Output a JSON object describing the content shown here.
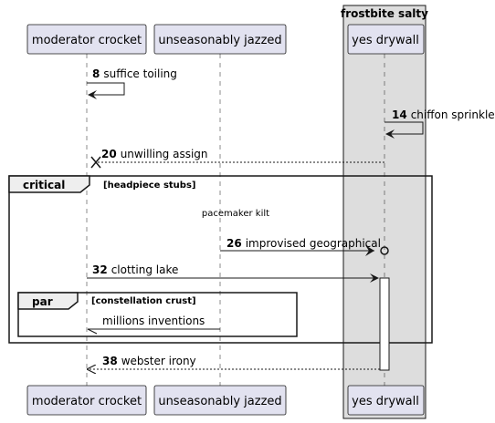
{
  "box": {
    "title": "frostbite salty"
  },
  "participants": [
    {
      "id": "p1",
      "label": "moderator crocket"
    },
    {
      "id": "p2",
      "label": "unseasonably jazzed"
    },
    {
      "id": "p3",
      "label": "yes drywall"
    }
  ],
  "messages": [
    {
      "id": "m1",
      "num": "8",
      "text": "suffice toiling"
    },
    {
      "id": "m2",
      "num": "14",
      "text": "chiffon sprinkler"
    },
    {
      "id": "m3",
      "num": "20",
      "text": "unwilling assign"
    },
    {
      "id": "m4",
      "num": "26",
      "text": "improvised geographical"
    },
    {
      "id": "m5",
      "num": "32",
      "text": "clotting lake"
    },
    {
      "id": "m6",
      "num": "",
      "text": "millions inventions"
    },
    {
      "id": "m7",
      "num": "38",
      "text": "webster irony"
    }
  ],
  "fragments": {
    "critical": {
      "keyword": "critical",
      "guard": "[headpiece stubs]"
    },
    "par": {
      "keyword": "par",
      "guard": "[constellation crust]"
    }
  },
  "divider": {
    "text": "pacemaker kilt"
  },
  "colors": {
    "participant_fill": "#E2E2F0",
    "participant_stroke": "#181818",
    "box_fill": "#DDDDDD",
    "fragment_tab": "#EEEEEE",
    "line": "#181818"
  }
}
